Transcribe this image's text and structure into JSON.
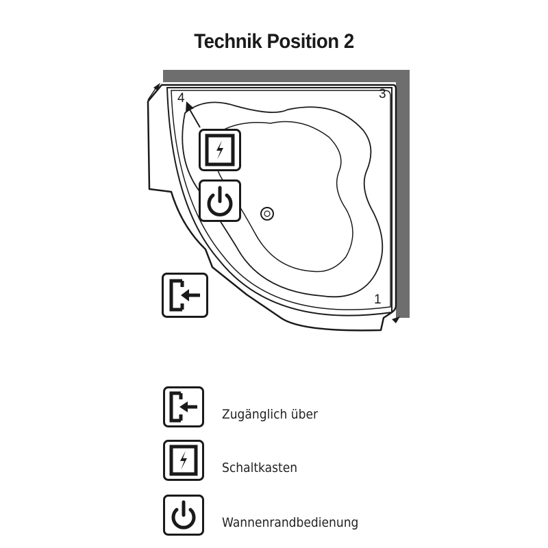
{
  "title": "Technik Position 2",
  "corner_numbers": [
    "1",
    "3",
    "4"
  ],
  "icons": {
    "access": "door-arrow-in-icon",
    "switchbox": "lightning-box-icon",
    "control": "power-icon"
  },
  "legend": [
    {
      "icon": "door-arrow-in-icon",
      "label": "Zugänglich über"
    },
    {
      "icon": "lightning-box-icon",
      "label": "Schaltkasten"
    },
    {
      "icon": "power-icon",
      "label": "Wannenrandbedienung"
    }
  ],
  "colors": {
    "wall": "#6e6e6e",
    "line": "#1a1a1a"
  }
}
